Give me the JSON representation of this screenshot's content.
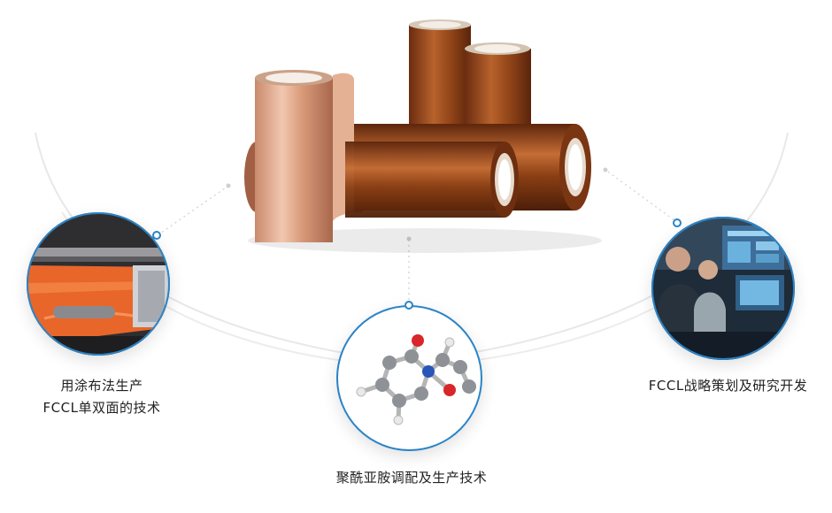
{
  "features": [
    {
      "lines": [
        "用涂布法生产",
        "FCCL单双面的技术"
      ],
      "icon": "coating-machine-image"
    },
    {
      "lines": [
        "聚酰亚胺调配及生产技术"
      ],
      "icon": "molecule-model-image"
    },
    {
      "lines": [
        "FCCL战略策划及研究开发"
      ],
      "icon": "engineers-at-monitors-image"
    }
  ],
  "colors": {
    "accent": "#2b84c6",
    "arc": "#e6e6e6"
  }
}
